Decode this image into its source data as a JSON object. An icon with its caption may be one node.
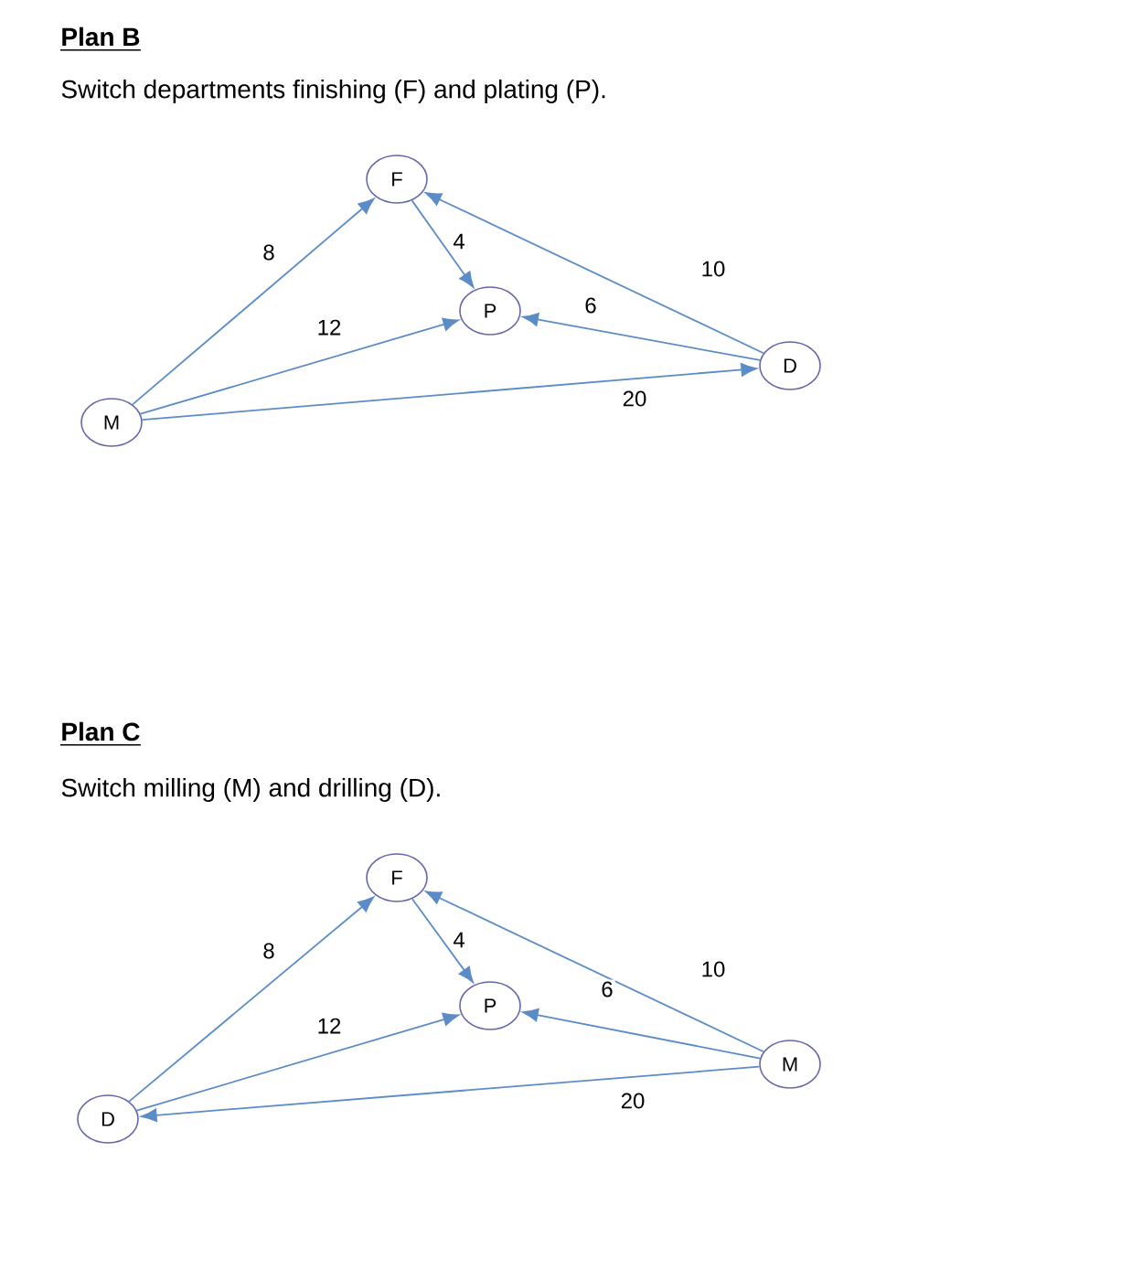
{
  "diagram": {
    "nodes": [
      {
        "text": [
          "F"
        ]
      },
      {
        "text": [
          "P"
        ]
      },
      {
        "text": [
          "M"
        ]
      },
      {
        "text": [
          "D"
        ]
      },
      {
        "text": [
          "F"
        ]
      },
      {
        "text": [
          "P"
        ]
      },
      {
        "text": [
          "D"
        ]
      },
      {
        "text": [
          "M"
        ]
      }
    ],
    "edges": [
      {
        "from": 2,
        "to": 0,
        "arrow": "to",
        "label": "8"
      },
      {
        "from": 0,
        "to": 1,
        "arrow": "to",
        "label": "4"
      },
      {
        "from": 2,
        "to": 1,
        "arrow": "to",
        "label": "12"
      },
      {
        "from": 3,
        "to": 1,
        "arrow": "to",
        "label": "6"
      },
      {
        "from": 3,
        "to": 0,
        "arrow": "to",
        "label": "10"
      },
      {
        "from": 2,
        "to": 3,
        "arrow": "to",
        "label": "20"
      },
      {
        "from": 6,
        "to": 4,
        "arrow": "to",
        "label": "8"
      },
      {
        "from": 4,
        "to": 5,
        "arrow": "to",
        "label": "4"
      },
      {
        "from": 6,
        "to": 5,
        "arrow": "to",
        "label": "12"
      },
      {
        "from": 7,
        "to": 5,
        "arrow": "to",
        "label": "6"
      },
      {
        "from": 7,
        "to": 4,
        "arrow": "to",
        "label": "10"
      },
      {
        "from": 7,
        "to": 6,
        "arrow": "to",
        "label": "20"
      }
    ],
    "labels": [
      "Plan B",
      "Switch departments finishing (F) and plating (P).",
      "Plan C",
      "Switch milling (M) and drilling (D)."
    ]
  }
}
